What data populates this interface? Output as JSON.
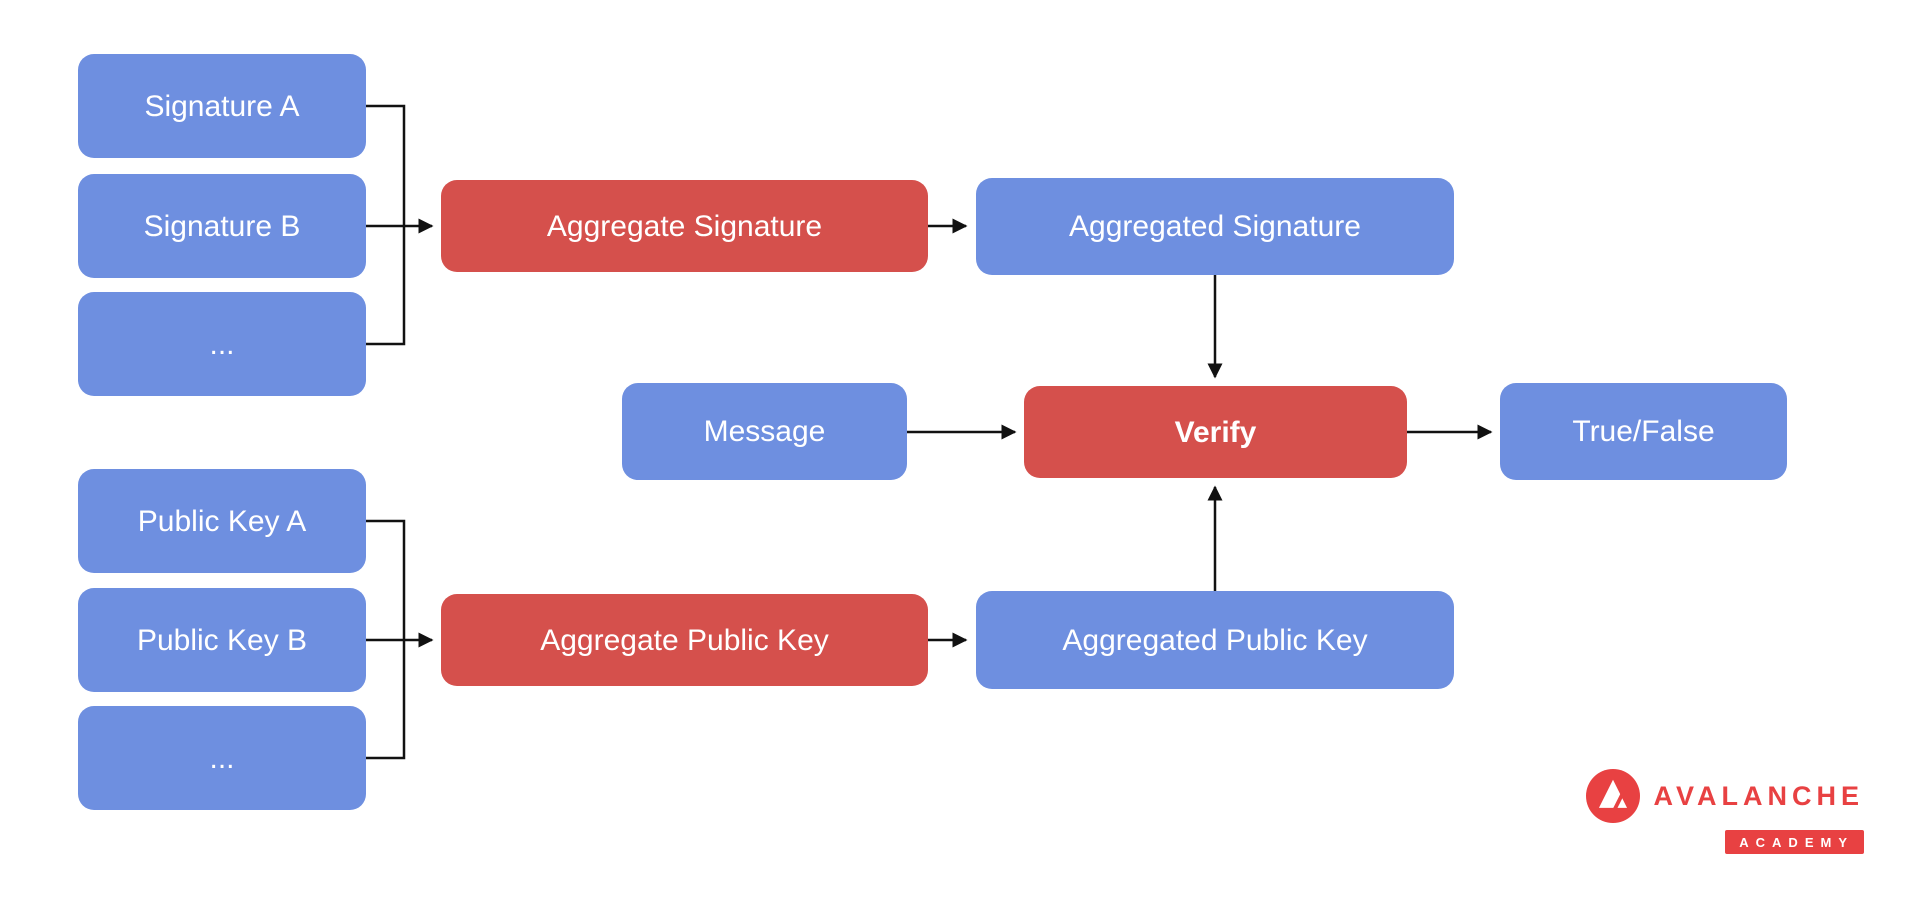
{
  "title": "BLS Signature Aggregation Diagram",
  "colors": {
    "blue": "#6E8FE0",
    "red": "#D5504C",
    "brand": "#E84142",
    "arrow": "#111111"
  },
  "nodes": {
    "signature_a": "Signature A",
    "signature_b": "Signature B",
    "signature_more": "...",
    "aggregate_signature": "Aggregate Signature",
    "aggregated_signature": "Aggregated Signature",
    "message": "Message",
    "verify": "Verify",
    "true_false": "True/False",
    "public_key_a": "Public Key A",
    "public_key_b": "Public Key B",
    "public_key_more": "...",
    "aggregate_public_key": "Aggregate Public Key",
    "aggregated_public_key": "Aggregated Public Key"
  },
  "logo": {
    "brand": "AVALANCHE",
    "sub": "ACADEMY"
  }
}
